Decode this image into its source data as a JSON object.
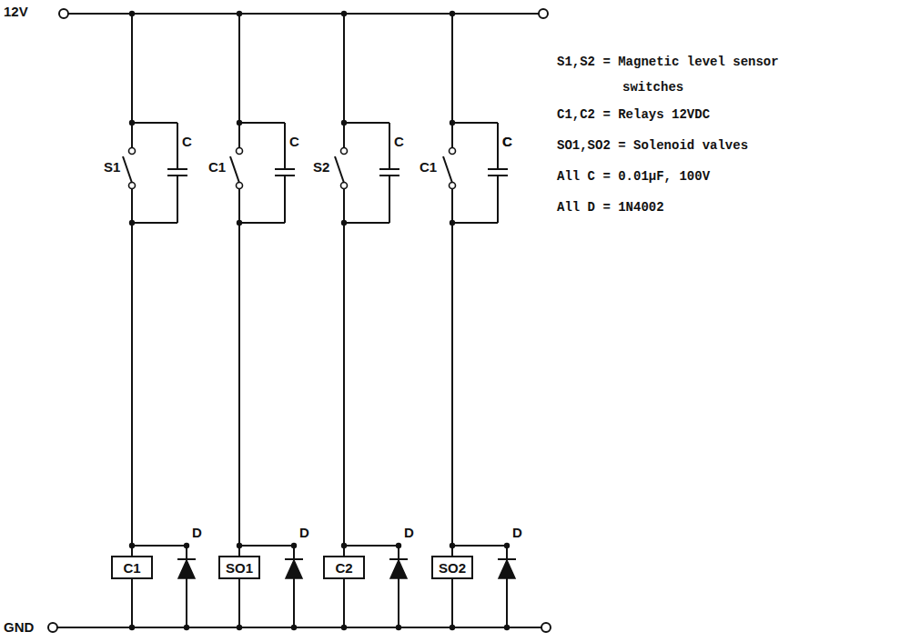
{
  "diagram": {
    "nodes": [
      {
        "text": [
          "C1"
        ]
      },
      {
        "text": [
          "SO1"
        ]
      },
      {
        "text": [
          "C2"
        ]
      },
      {
        "text": [
          "SO2"
        ]
      }
    ],
    "labels": [
      "12V",
      "GND",
      "S1",
      "C",
      "C1",
      "C",
      "S2",
      "C",
      "C",
      "C1",
      "C",
      "D",
      "D",
      "D",
      "D",
      "S1,S2 = Magnetic level sensor switches",
      "C1,C2 = Relays 12VDC",
      "SO1,SO2 = Solenoid valves",
      "All C = 0.01μF, 100V",
      "All D = 1N4002"
    ]
  }
}
